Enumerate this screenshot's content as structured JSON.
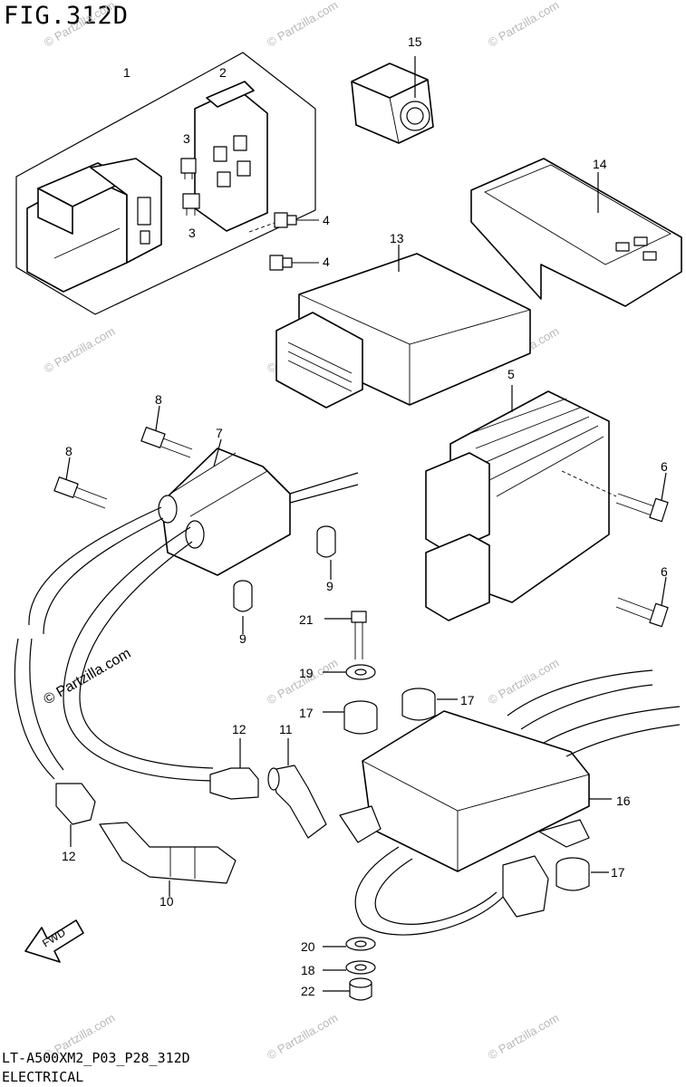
{
  "figure": {
    "title": "FIG.312D",
    "drawing_code": "LT-A500XM2_P03_P28_312D",
    "category": "ELECTRICAL",
    "direction_arrow": "FWD"
  },
  "callouts": [
    "1",
    "2",
    "3",
    "3",
    "4",
    "4",
    "15",
    "14",
    "13",
    "5",
    "8",
    "8",
    "7",
    "6",
    "6",
    "9",
    "9",
    "21",
    "19",
    "17",
    "17",
    "17",
    "12",
    "11",
    "16",
    "12",
    "10",
    "20",
    "18",
    "22"
  ],
  "watermarks": {
    "text": "© Partzilla.com",
    "feature_text": "© Partzilla.com"
  }
}
